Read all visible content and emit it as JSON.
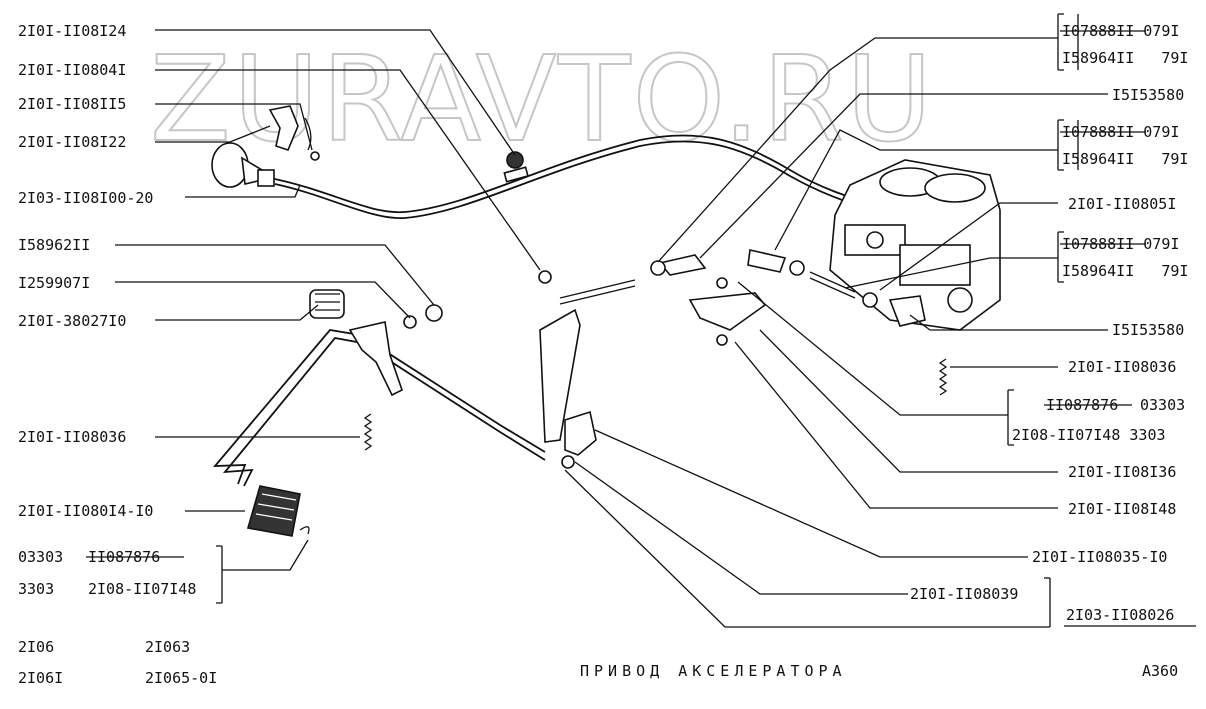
{
  "watermark": "ZURAVTO.RU",
  "title": "ПРИВОД АКСЕЛЕРАТОРА",
  "sheet_code": "A360",
  "models": {
    "col1": [
      "2I06",
      "2I06I"
    ],
    "col2": [
      "2I063",
      "2I065-0I"
    ]
  },
  "labels_left": {
    "l1": "2I0I-II08I24",
    "l2": "2I0I-II0804I",
    "l3": "2I0I-II08II5",
    "l4": "2I0I-II08I22",
    "l5": "2I03-II08I00-20",
    "l6": "I58962II",
    "l7": "I259907I",
    "l8": "2I0I-38027I0",
    "l9": "2I0I-II08036",
    "l10": "2I0I-II080I4-I0",
    "l11a_left": "03303",
    "l11a_right": "II087876",
    "l11b_left": "3303",
    "l11b_right": "2I08-II07I48"
  },
  "labels_right": {
    "r1a": "I07888II 079I",
    "r1b": "I58964II   79I",
    "r2": "I5I53580",
    "r3a": "I07888II 079I",
    "r3b": "I58964II   79I",
    "r4": "2I0I-II0805I",
    "r5a": "I07888II 079I",
    "r5b": "I58964II   79I",
    "r6": "I5I53580",
    "r7": "2I0I-II08036",
    "r8a_left": "II087876",
    "r8a_right": "03303",
    "r8b": "2I08-II07I48 3303",
    "r9": "2I0I-II08I36",
    "r10": "2I0I-II08I48",
    "r11": "2I0I-II08035-I0",
    "r12": "2I0I-II08039",
    "r13": "2I03-II08026"
  }
}
